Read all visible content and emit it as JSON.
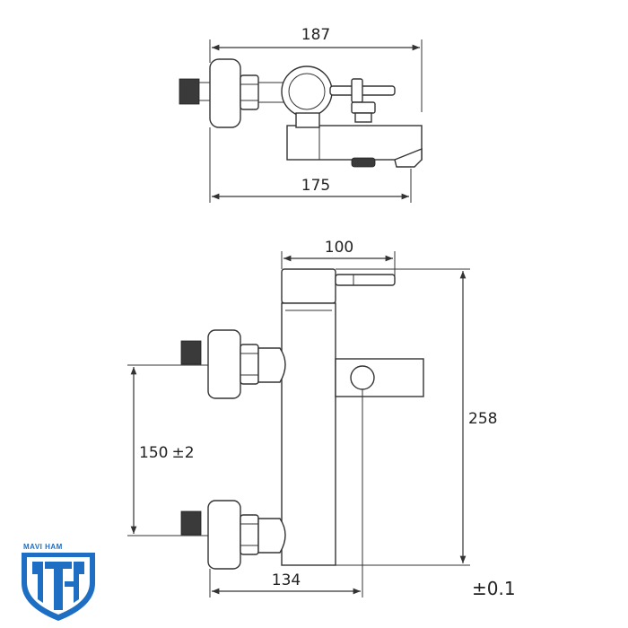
{
  "dimensions": {
    "top_width": "187",
    "top_spout": "175",
    "front_width": "100",
    "height": "258",
    "center_distance": "150",
    "center_tolerance": "±2",
    "depth": "134"
  },
  "tolerance_note": "±0.1",
  "logo": {
    "text": "MAVI HAM",
    "monogram": "MH",
    "color": "#1e6fc4"
  }
}
